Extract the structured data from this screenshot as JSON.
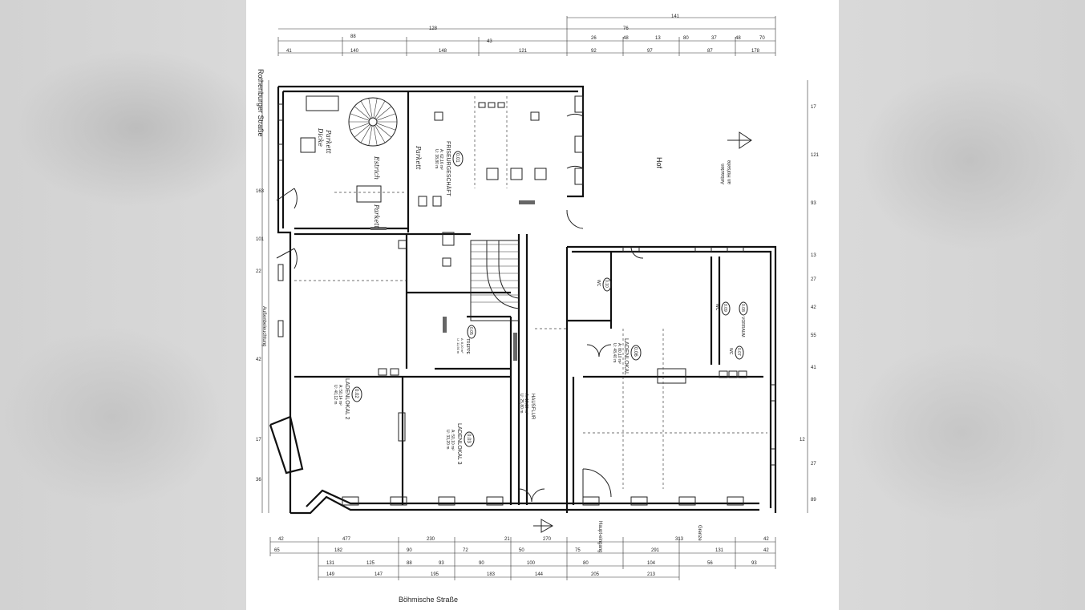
{
  "streets": {
    "west": "Rothenburger Straße",
    "south": "Böhmische Straße"
  },
  "courtyard": {
    "label": "Hof",
    "note_line1": "Anbauten",
    "note_line2": "an Hofseite"
  },
  "rooms": [
    {
      "number": "0.01",
      "name": "FRISEURGESCHÄFT",
      "area_line1": "A: 62,16 m²",
      "area_line2": "U: 38,80 m"
    },
    {
      "number": "0.02",
      "name": "LADENLOKAL 2",
      "area_line1": "A: 50,14 m²",
      "area_line2": "U: 40,12 m"
    },
    {
      "number": "0.03",
      "name": "LADENLOKAL 3",
      "area_line1": "A: 50,10 m²",
      "area_line2": "U: 33,20 m"
    },
    {
      "number": "0.04",
      "name": "HAUSFLUR",
      "area_line1": "A: 19,10 m²",
      "area_line2": "U: 25,80 m"
    },
    {
      "number": "0.05",
      "name": "TREPPE",
      "area_line1": "A: 8,20 m²",
      "area_line2": "U: 11,50 m"
    },
    {
      "number": "0.06",
      "name": "LADENLOKAL",
      "area_line1": "A: 80,10 m²",
      "area_line2": "U: 48,40 m"
    },
    {
      "number": "0.07",
      "name": "WC",
      "area_line1": "",
      "area_line2": ""
    },
    {
      "number": "0.08",
      "name": "VORRAUM",
      "area_line1": "",
      "area_line2": ""
    },
    {
      "number": "0.09",
      "name": "WC",
      "area_line1": "",
      "area_line2": ""
    },
    {
      "number": "0.10",
      "name": "WC",
      "area_line1": "",
      "area_line2": ""
    }
  ],
  "handwritten": {
    "top_left_1": "Dicke",
    "top_left_2": "Parkett",
    "top_left_3": "Estrich",
    "top_left_4": "Parkett",
    "salon": "Parkett"
  },
  "notes": {
    "sidewalk": "Außenbeleuchtung",
    "entrance_bottom": "Haupt-eingang",
    "boundary": "Grenze"
  },
  "dimensions": {
    "top_row1": [
      "88",
      "128",
      "43",
      "76",
      "141"
    ],
    "top_row2": [
      "41",
      "140",
      "148",
      "121",
      "92",
      "97",
      "87",
      "178"
    ],
    "top_row3": [
      "26",
      "48",
      "13",
      "80",
      "37",
      "48",
      "70"
    ],
    "bottom_row1": [
      "42",
      "477",
      "230",
      "21",
      "270",
      "313",
      "42"
    ],
    "bottom_row2": [
      "65",
      "182",
      "90",
      "72",
      "50",
      "75",
      "291",
      "131",
      "42"
    ],
    "bottom_row3": [
      "131",
      "125",
      "88",
      "93",
      "90",
      "100",
      "80",
      "104",
      "56",
      "93"
    ],
    "bottom_row4": [
      "149",
      "147",
      "195",
      "183",
      "144",
      "205",
      "213"
    ],
    "right_col": [
      "17",
      "121",
      "93",
      "13",
      "27",
      "42",
      "55",
      "41",
      "12",
      "27",
      "89"
    ],
    "left_col": [
      "163",
      "101",
      "22",
      "42",
      "17",
      "36"
    ]
  },
  "colors": {
    "paper": "#ffffff",
    "ink": "#111111",
    "background": "#d4d4d4"
  }
}
